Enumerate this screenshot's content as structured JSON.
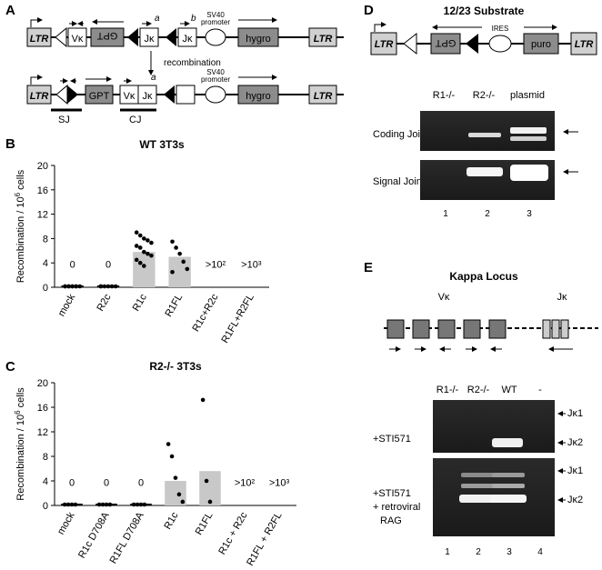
{
  "panels": {
    "A": {
      "letter": "A",
      "top_ltr_left": "LTR",
      "top_vk": "Vκ",
      "top_gpt": "GPT",
      "top_jk1": "Jκ",
      "top_jk2": "Jκ",
      "top_a": "a",
      "top_b": "b",
      "top_sv40_1": "SV40",
      "top_sv40_2": "promoter",
      "top_hygro": "hygro",
      "top_ltr_right": "LTR",
      "recomb": "recombination",
      "bot_ltr_left": "LTR",
      "bot_gpt": "GPT",
      "bot_vk": "Vκ",
      "bot_jk": "Jκ",
      "bot_a": "a",
      "bot_sv40_1": "SV40",
      "bot_sv40_2": "promoter",
      "bot_hygro": "hygro",
      "bot_ltr_right": "LTR",
      "sj": "SJ",
      "cj": "CJ"
    },
    "B": {
      "letter": "B"
    },
    "C": {
      "letter": "C"
    },
    "D": {
      "letter": "D",
      "title": "12/23 Substrate",
      "ltr_left": "LTR",
      "gpt": "GPT",
      "ires": "IRES",
      "puro": "puro",
      "ltr_right": "LTR",
      "col1": "R1-/-",
      "col2": "R2-/-",
      "col3": "plasmid",
      "row1": "Coding Joint",
      "row2": "Signal Joint",
      "lane1": "1",
      "lane2": "2",
      "lane3": "3"
    },
    "E": {
      "letter": "E",
      "title": "Kappa Locus",
      "vk": "Vκ",
      "jk": "Jκ",
      "col1": "R1-/-",
      "col2": "R2-/-",
      "col3": "WT",
      "col4": "-",
      "row1": "+STI571",
      "row2a": "+STI571",
      "row2b": "+ retroviral",
      "row2c": "RAG",
      "jk1_a": "Jκ1",
      "jk2_a": "Jκ2",
      "jk1_b": "Jκ1",
      "jk2_b": "Jκ2",
      "lane1": "1",
      "lane2": "2",
      "lane3": "3",
      "lane4": "4"
    }
  },
  "chart_data": [
    {
      "type": "bar",
      "title": "WT 3T3s",
      "ylabel_main": "Recombination / 10",
      "ylabel_sup": "6",
      "ylabel_tail": " cells",
      "ylim": [
        0,
        20
      ],
      "yticks": [
        "0",
        "4",
        "8",
        "12",
        "16",
        "20"
      ],
      "categories": [
        "mock",
        "R2c",
        "R1c",
        "R1FL",
        "R1c+R2c",
        "R1FL+R2FL"
      ],
      "values": [
        0,
        0,
        5.8,
        5.0,
        null,
        null
      ],
      "annotations": [
        "0",
        "0",
        "",
        "",
        ">10²",
        ">10³"
      ],
      "points": [
        [
          0,
          0,
          0,
          0,
          0,
          0,
          0,
          0,
          0
        ],
        [
          0,
          0,
          0,
          0,
          0,
          0
        ],
        [
          9.0,
          8.5,
          8.0,
          7.7,
          7.3,
          6.8,
          6.5,
          5.8,
          5.5,
          5.2,
          4.5,
          4.0,
          3.5
        ],
        [
          7.5,
          6.5,
          5.5,
          4.2,
          3.0,
          2.5
        ],
        [],
        []
      ],
      "bar_color": "#c8c8c8"
    },
    {
      "type": "bar",
      "title": "R2-/- 3T3s",
      "ylabel_main": "Recombination / 10",
      "ylabel_sup": "6",
      "ylabel_tail": " cells",
      "ylim": [
        0,
        20
      ],
      "yticks": [
        "0",
        "4",
        "8",
        "12",
        "16",
        "20"
      ],
      "categories": [
        "mock",
        "R1c D708A",
        "R1FL D708A",
        "R1c",
        "R1FL",
        "R1c + R2c",
        "R1FL + R2FL"
      ],
      "values": [
        0,
        0,
        0,
        4.0,
        5.6,
        null,
        null
      ],
      "annotations": [
        "0",
        "0",
        "0",
        "",
        "",
        ">10²",
        ">10³"
      ],
      "points": [
        [
          0,
          0,
          0,
          0
        ],
        [
          0,
          0,
          0,
          0
        ],
        [
          0,
          0,
          0,
          0
        ],
        [
          10.0,
          8.0,
          4.5,
          1.8,
          0.6
        ],
        [
          17.2,
          4.0,
          0.6
        ],
        [],
        []
      ],
      "bar_color": "#c8c8c8"
    }
  ]
}
